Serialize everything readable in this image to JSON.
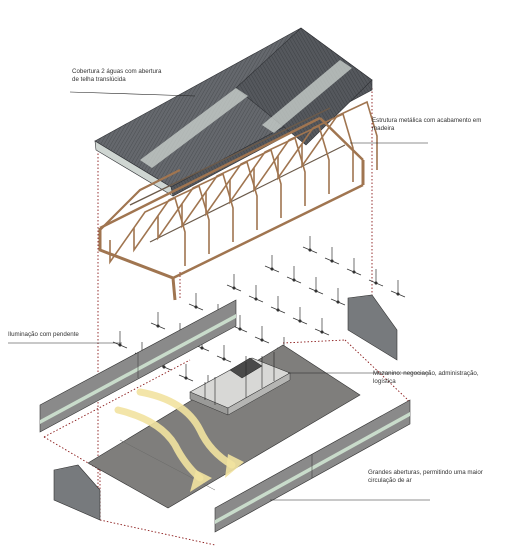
{
  "annotations": {
    "roof": "Cobertura 2 águas com abertura\nde telha translúcida",
    "structure": "Estrutura metálica com acabamento em\nmadeira",
    "lighting": "Iluminação com pendente",
    "mezzanine": "Mezanino: negociação, administração,\nlogística",
    "openings": "Grandes aberturas, permitindo uma maior\ncirculação de ar"
  },
  "colors": {
    "roof_dark": "#4a4d52",
    "roof_light": "#5f6267",
    "translucent_strip": "#cfd6d2",
    "frame_wood": "#a07550",
    "frame_steel": "#6b5a4a",
    "floor": "#7f7e7c",
    "wall_panel": "#8a8a8a",
    "wall_green": "#c9dccb",
    "projection_line": "#8b1a1a",
    "airflow": "#f2e3a0",
    "leader_line": "#222222"
  },
  "icons": [
    "airflow-arrow",
    "pendant-light"
  ]
}
